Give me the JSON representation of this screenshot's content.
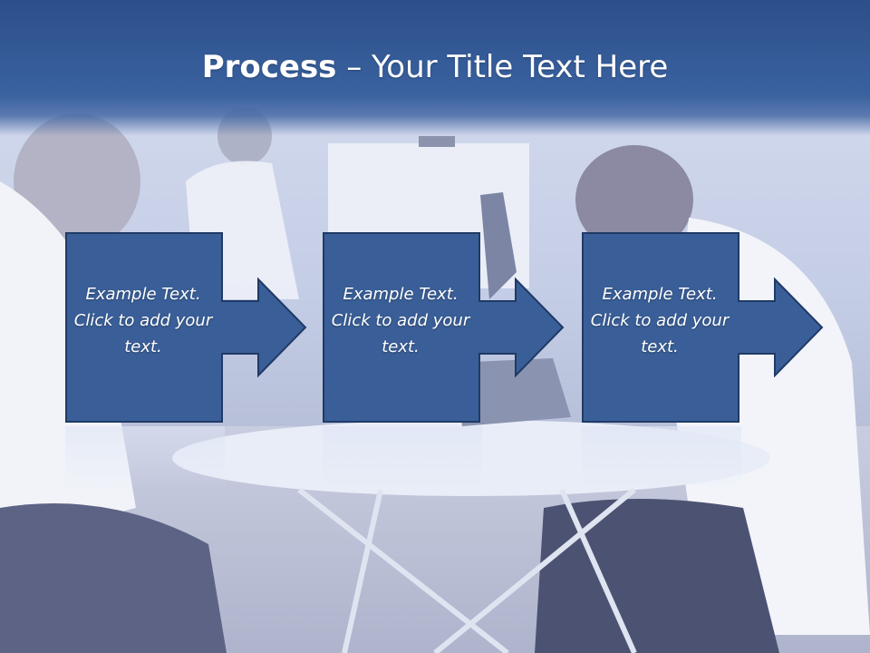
{
  "title": {
    "bold": "Process",
    "rest": " – Your Title Text Here"
  },
  "steps": [
    {
      "text": "Example Text. Click  to add your text."
    },
    {
      "text": "Example Text. Click  to add your text."
    },
    {
      "text": "Example Text. Click  to add your text."
    }
  ],
  "colors": {
    "title_band": "#2c4f8a",
    "box_fill": "#3a5f98",
    "box_border": "#1f3a66"
  }
}
